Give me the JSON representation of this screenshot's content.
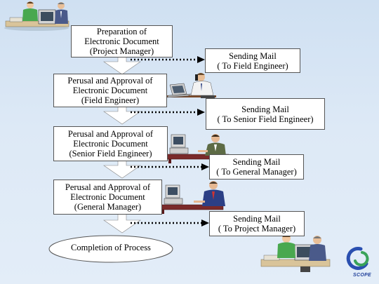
{
  "flow": {
    "steps": [
      {
        "lines": [
          "Preparation of",
          "Electronic Document",
          "(Project Manager)"
        ]
      },
      {
        "lines": [
          "Perusal and Approval of",
          "Electronic Document",
          "(Field Engineer)"
        ]
      },
      {
        "lines": [
          "Perusal and Approval of",
          "Electronic Document",
          "(Senior Field Engineer)"
        ]
      },
      {
        "lines": [
          "Perusal and Approval of",
          "Electronic Document",
          "(General Manager)"
        ]
      }
    ],
    "final": "Completion of Process"
  },
  "mails": [
    {
      "lines": [
        "Sending Mail",
        "( To Field Engineer)"
      ]
    },
    {
      "lines": [
        "Sending Mail",
        "( To Senior Field Engineer)"
      ]
    },
    {
      "lines": [
        "Sending Mail",
        "( To General Manager)"
      ]
    },
    {
      "lines": [
        "Sending Mail",
        "( To Project Manager)"
      ]
    }
  ],
  "logo": {
    "text": "SCOPE"
  },
  "colors": {
    "background": "#d6e5f4",
    "arrow_fill": "#ffffff",
    "dotted_arrow": "#000000",
    "logo_blue": "#2a4fb0",
    "logo_green": "#3aa35a"
  },
  "icons": [
    "office-workers-at-computer-icon",
    "engineer-on-phone-with-laptop-icon",
    "engineer-at-desk-computer-icon",
    "manager-at-desk-computer-icon",
    "scope-logo-icon"
  ]
}
